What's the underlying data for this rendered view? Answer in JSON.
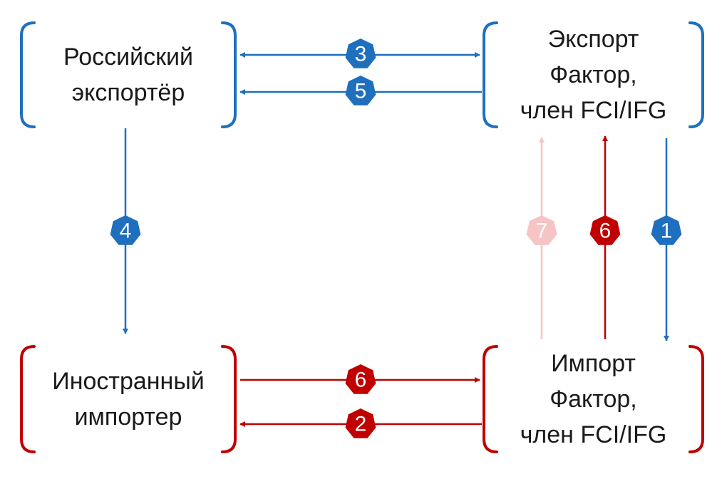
{
  "colors": {
    "blue": "#1f6fbf",
    "red": "#c00000",
    "faded_red": "#f6c4c4"
  },
  "boxes": {
    "ru_exporter": {
      "line1": "Российский",
      "line2": "экспортёр",
      "color": "blue"
    },
    "export_factor": {
      "line1": "Экспорт",
      "line2": "Фактор,",
      "line3": "член FCI/IFG",
      "color": "blue"
    },
    "foreign_importer": {
      "line1": "Иностранный",
      "line2": "импортер",
      "color": "red"
    },
    "import_factor": {
      "line1": "Импорт",
      "line2": "Фактор,",
      "line3": "член FCI/IFG",
      "color": "red"
    }
  },
  "arrows": [
    {
      "label": "3",
      "color": "blue",
      "from": "ru_exporter",
      "to": "export_factor",
      "direction": "both"
    },
    {
      "label": "5",
      "color": "blue",
      "from": "export_factor",
      "to": "ru_exporter",
      "direction": "left"
    },
    {
      "label": "4",
      "color": "blue",
      "from": "ru_exporter",
      "to": "foreign_importer",
      "direction": "down"
    },
    {
      "label": "1",
      "color": "blue",
      "from": "export_factor",
      "to": "import_factor",
      "direction": "down"
    },
    {
      "label": "6",
      "color": "red",
      "from": "import_factor",
      "to": "export_factor",
      "direction": "up"
    },
    {
      "label": "7",
      "color": "faded_red",
      "from": "import_factor",
      "to": "export_factor",
      "direction": "up"
    },
    {
      "label": "6",
      "color": "red",
      "from": "foreign_importer",
      "to": "import_factor",
      "direction": "right"
    },
    {
      "label": "2",
      "color": "red",
      "from": "import_factor",
      "to": "foreign_importer",
      "direction": "left"
    }
  ]
}
